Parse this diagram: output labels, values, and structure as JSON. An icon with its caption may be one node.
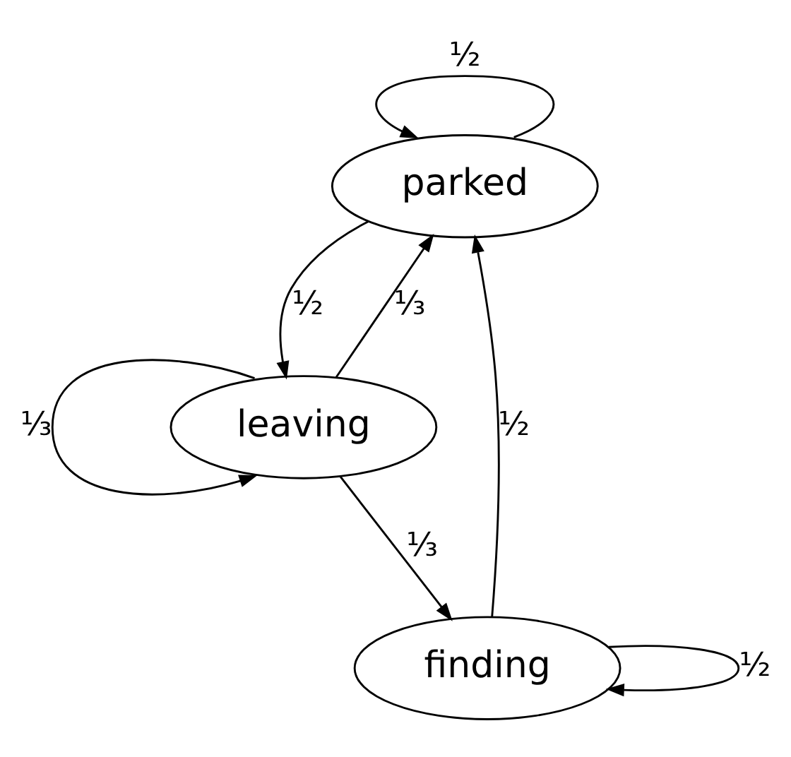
{
  "diagram": {
    "nodes": [
      {
        "text": [
          "parked"
        ]
      },
      {
        "text": [
          "finding"
        ]
      },
      {
        "text": [
          "leaving"
        ]
      }
    ],
    "edges": [
      {
        "from": 0,
        "to": 0,
        "arrow": "to",
        "label": "½"
      },
      {
        "from": 1,
        "to": 0,
        "arrow": "to",
        "label": "½"
      },
      {
        "from": 0,
        "to": 2,
        "arrow": "to",
        "label": "½"
      },
      {
        "from": 2,
        "to": 0,
        "arrow": "to",
        "label": "⅓"
      },
      {
        "from": 1,
        "to": 1,
        "arrow": "to",
        "label": "½"
      },
      {
        "from": 2,
        "to": 1,
        "arrow": "to",
        "label": "⅓"
      },
      {
        "from": 2,
        "to": 2,
        "arrow": "to",
        "label": "⅓"
      }
    ]
  }
}
